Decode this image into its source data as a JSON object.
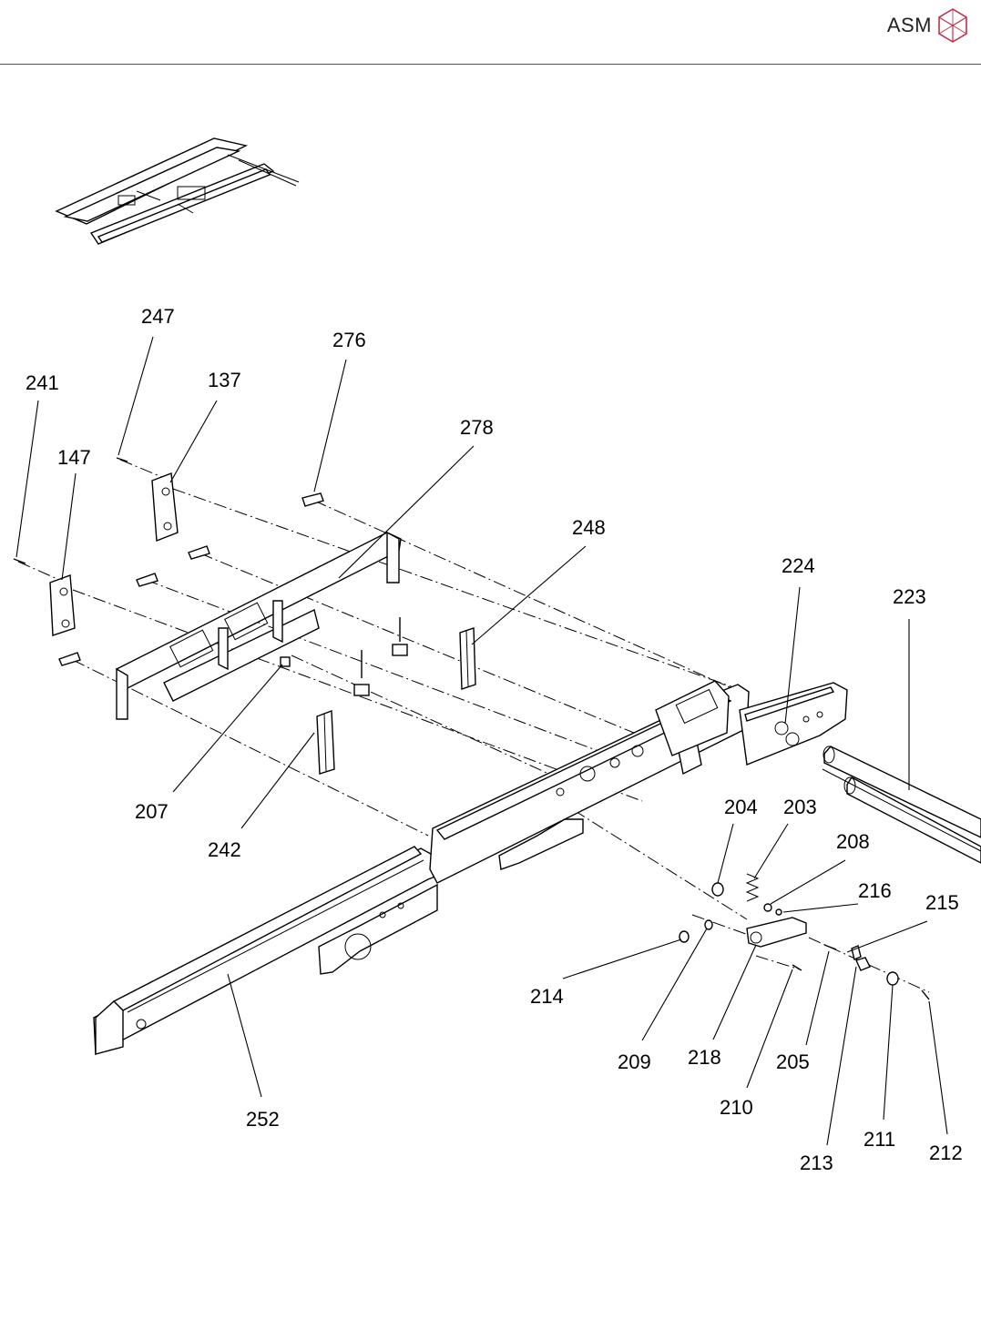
{
  "header": {
    "brand_text": "ASM",
    "logo_icon": "asm-cube-logo-icon",
    "logo_color": "#c0304a"
  },
  "callouts": [
    "247",
    "276",
    "241",
    "137",
    "278",
    "147",
    "248",
    "224",
    "223",
    "207",
    "242",
    "204",
    "203",
    "208",
    "216",
    "215",
    "214",
    "209",
    "218",
    "205",
    "210",
    "213",
    "211",
    "212",
    "252"
  ]
}
